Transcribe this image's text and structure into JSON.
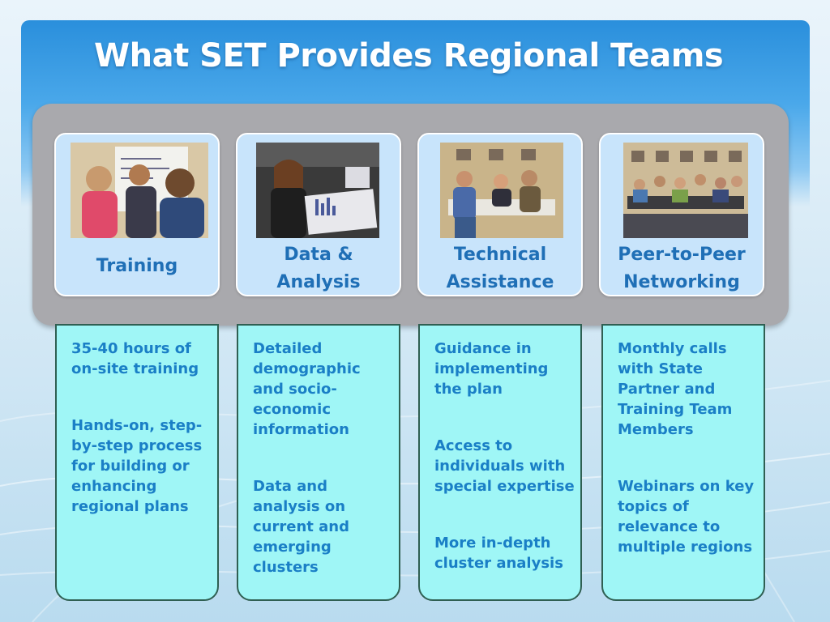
{
  "slide": {
    "title": "What SET Provides Regional Teams"
  },
  "columns": [
    {
      "heading": "Training",
      "photo_icon": "training-photo",
      "details": [
        "35-40 hours of\non-site training",
        "Hands-on,  step-\nby-step process\nfor building or\nenhancing\nregional plans"
      ]
    },
    {
      "heading": "Data &\nAnalysis",
      "photo_icon": "data-analysis-photo",
      "details": [
        "Detailed\ndemographic\nand socio-\neconomic\ninformation",
        "Data and\nanalysis on\ncurrent and\nemerging\nclusters"
      ]
    },
    {
      "heading": "Technical\nAssistance",
      "photo_icon": "technical-assistance-photo",
      "details": [
        "Guidance in\nimplementing\nthe plan",
        "Access to\nindividuals with\nspecial expertise",
        "More in-depth\ncluster analysis"
      ]
    },
    {
      "heading": "Peer-to-Peer\nNetworking",
      "photo_icon": "peer-networking-photo",
      "details": [
        "Monthly calls\nwith State\nPartner and\nTraining Team\nMembers",
        "Webinars on key\ntopics of\nrelevance to\nmultiple regions"
      ]
    }
  ],
  "colors": {
    "title": "#ffffff",
    "header_blue": "#2a8fdc",
    "panel_gray": "#a9a9ad",
    "card_light_blue": "#c8e4fb",
    "detail_cyan": "#9ff6f6",
    "text_blue": "#1a7fc6"
  }
}
